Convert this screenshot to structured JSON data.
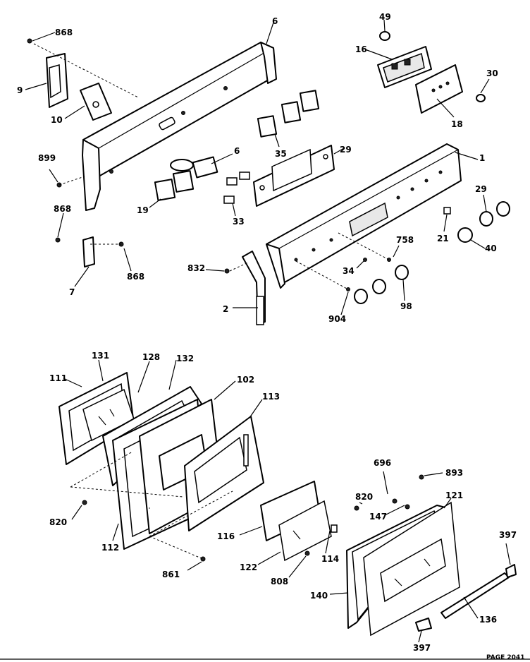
{
  "callouts": {
    "c_868": "868",
    "c_9": "9",
    "c_10a": "10",
    "c_6a": "6",
    "c_49": "49",
    "c_16": "16",
    "c_30": "30",
    "c_18": "18",
    "c_899": "899",
    "c_35": "35",
    "c_6b": "6",
    "c_29a": "29",
    "c_1": "1",
    "c_19": "19",
    "c_33": "33",
    "c_868b": "868",
    "c_29b": "29",
    "c_21": "21",
    "c_40": "40",
    "c_758": "758",
    "c_832": "832",
    "c_34": "34",
    "c_868c": "868",
    "c_7": "7",
    "c_2": "2",
    "c_904": "904",
    "c_98": "98",
    "c_111": "111",
    "c_131": "131",
    "c_128": "128",
    "c_132": "132",
    "c_102": "102",
    "c_113": "113",
    "c_820a": "820",
    "c_112": "112",
    "c_696": "696",
    "c_893": "893",
    "c_121": "121",
    "c_820b": "820",
    "c_147": "147",
    "c_116": "116",
    "c_114": "114",
    "c_397a": "397",
    "c_122": "122",
    "c_861": "861",
    "c_808": "808",
    "c_140": "140",
    "c_136": "136",
    "c_397b": "397"
  },
  "footer": {
    "page_code": "PAGE 2041"
  }
}
